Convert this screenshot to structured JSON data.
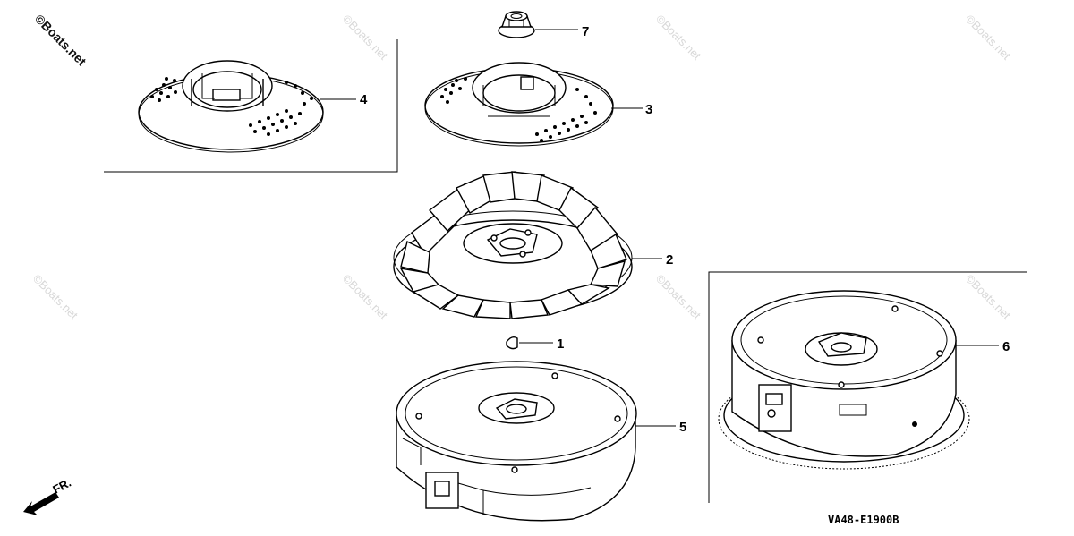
{
  "diagram": {
    "diagram_code": "VA48-E1900B",
    "front_indicator": "FR.",
    "watermark_text": "©Boats.net",
    "parts": [
      {
        "id": "part-1",
        "number": "1",
        "icon": "woodruff-key-icon"
      },
      {
        "id": "part-2",
        "number": "2",
        "icon": "cooling-fan-icon"
      },
      {
        "id": "part-3",
        "number": "3",
        "icon": "starter-pulley-icon"
      },
      {
        "id": "part-4",
        "number": "4",
        "icon": "starter-pulley-alt-icon"
      },
      {
        "id": "part-5",
        "number": "5",
        "icon": "flywheel-icon"
      },
      {
        "id": "part-6",
        "number": "6",
        "icon": "flywheel-ring-gear-icon"
      },
      {
        "id": "part-7",
        "number": "7",
        "icon": "flange-nut-icon"
      }
    ],
    "colors": {
      "line": "#000000",
      "background": "#ffffff",
      "watermark": "#d8d8d8"
    }
  }
}
